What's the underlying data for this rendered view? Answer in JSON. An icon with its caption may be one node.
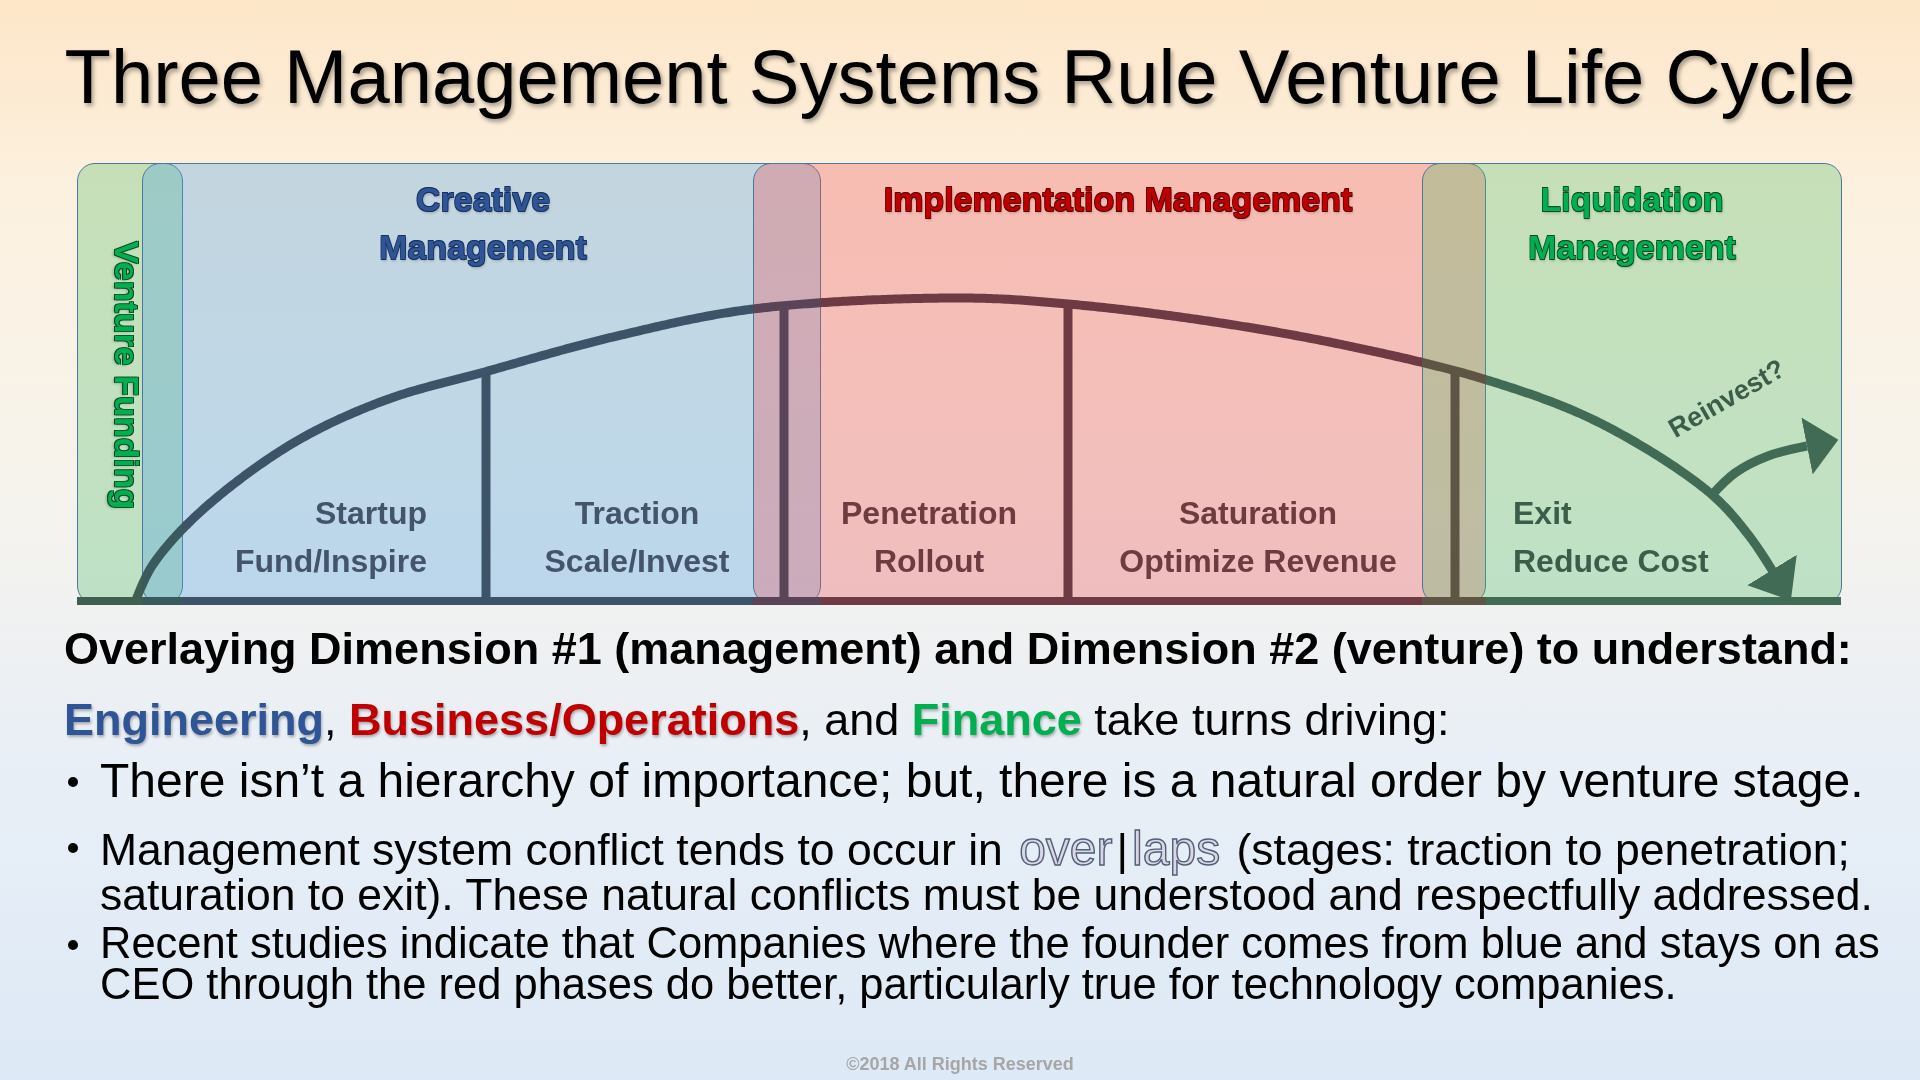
{
  "diagram": {
    "title": "Three Management Systems Rule Venture Life Cycle",
    "nodes": [
      {
        "text": [
          "Venture Funding"
        ]
      },
      {
        "text": [
          "Creative Management",
          "Startup Fund/Inspire",
          "Traction Scale/Invest"
        ]
      },
      {
        "text": [
          "Implementation Management",
          "Penetration Rollout",
          "Saturation Optimize Revenue"
        ]
      },
      {
        "text": [
          "Liquidation Management",
          "Exit Reduce Cost"
        ]
      }
    ],
    "edges": [
      {
        "from": 0,
        "to": 1,
        "arrow": "none"
      },
      {
        "from": 1,
        "to": 2,
        "arrow": "none"
      },
      {
        "from": 2,
        "to": 3,
        "arrow": "to"
      }
    ],
    "labels": [
      "Reinvest?",
      "Overlaying Dimension #1 (management) and Dimension #2 (venture) to understand:",
      "**Engineering**, **Business/Operations**, and **Finance** take turns driving:",
      "There isn’t a hierarchy of importance; but, there is a natural order by venture stage.",
      "Management system conflict tends to occur in **over**|**laps** (stages: traction to penetration; saturation to exit). These natural conflicts must be understood and respectfully addressed.",
      "Recent studies indicate that Companies where the founder comes from blue and stays on as CEO through the red phases do better, particularly true for technology companies.",
      "©2018 All Rights Reserved"
    ]
  }
}
